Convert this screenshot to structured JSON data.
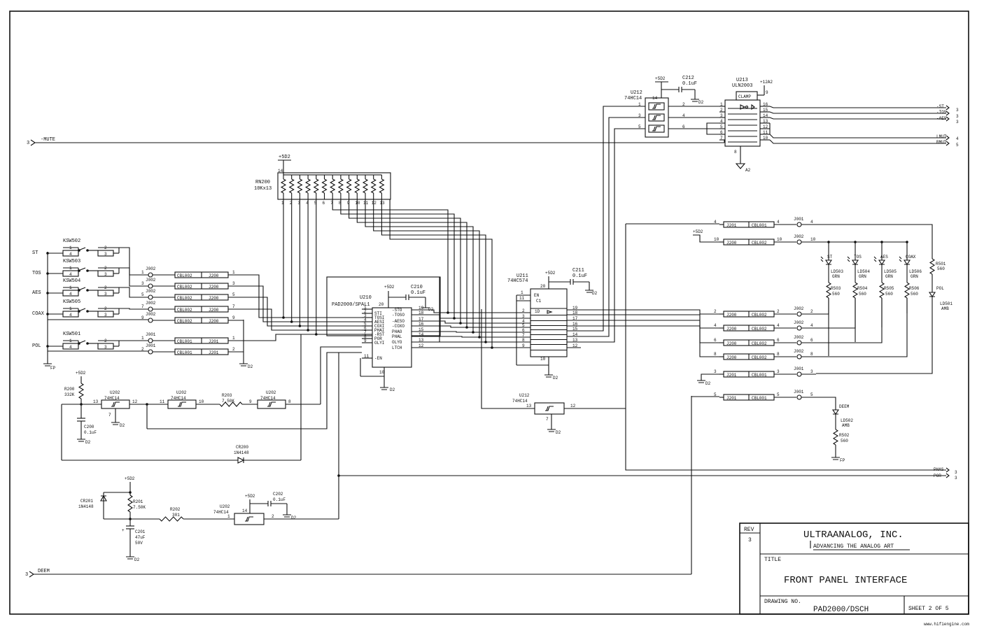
{
  "title_block": {
    "rev_label": "REV",
    "rev": "3",
    "company": "ULTRAANALOG, INC.",
    "slogan": "ADVANCING THE ANALOG ART",
    "title_label": "TITLE",
    "title": "FRONT PANEL INTERFACE",
    "drawing_label": "DRAWING NO.",
    "drawing_no": "PAD2000/DSCH",
    "sheet": "SHEET 2 OF 5"
  },
  "offsheet": {
    "mute": "-MUTE",
    "deem": "DEEM",
    "mute_sheet": "3",
    "deem_sheet": "3",
    "st": "-ST",
    "tos": "-TOS",
    "aes": "-AES",
    "st_sheet": "3",
    "tos_sheet": "3",
    "aes_sheet": "3",
    "lmut": "LMUT",
    "rmut": "RMUT",
    "lmut_sheet": "4",
    "rmut_sheet": "5",
    "phas": "PHAS",
    "por": "POR",
    "phas_sheet": "3",
    "por_sheet": "3"
  },
  "power": {
    "5d2": "+5D2",
    "12a2": "+12A2",
    "d2": "D2",
    "a2": "A2",
    "fp": "FP"
  },
  "switches": [
    {
      "name": "ST",
      "ref": "KSW502"
    },
    {
      "name": "TOS",
      "ref": "KSW503"
    },
    {
      "name": "AES",
      "ref": "KSW504"
    },
    {
      "name": "COAX",
      "ref": "KSW505"
    },
    {
      "name": "POL",
      "ref": "KSW501"
    }
  ],
  "connectors": {
    "j002": "J002",
    "j001": "J001",
    "cbl002": "CBL002",
    "cbl001": "CBL001",
    "j200": "J200",
    "j201": "J201"
  },
  "rn200": {
    "ref": "RN200",
    "value": "10Kx13"
  },
  "u210": {
    "ref": "U210",
    "part": "PAD2000/SPAL1",
    "pins_left": [
      "1",
      "2",
      "3",
      "4",
      "5",
      "6",
      "7",
      "8",
      "9",
      "11"
    ],
    "pins_right": [
      "19",
      "18",
      "17",
      "16",
      "15",
      "14",
      "13",
      "12"
    ],
    "names_right": [
      "-STO",
      "-TOSO",
      "-AESO",
      "-COXO",
      "PHAO",
      "PHAL",
      "OLYO",
      "LTCH"
    ],
    "names_left": [
      "",
      "STI",
      "TOSI",
      "AESI",
      "COXI",
      "PHAI",
      "-RST",
      "POR",
      "OLYI",
      "-EN"
    ],
    "vcc": "20",
    "gnd": "10"
  },
  "c210": {
    "ref": "C210",
    "value": "0.1uF"
  },
  "u211": {
    "ref": "U211",
    "part": "74HC574",
    "en": "EN",
    "c1": "C1",
    "d": "1D"
  },
  "c211": {
    "ref": "C211",
    "value": "0.1uF"
  },
  "u212": {
    "ref": "U212",
    "part": "74HC14"
  },
  "c212": {
    "ref": "C212",
    "value": "0.1uF"
  },
  "u213": {
    "ref": "U213",
    "part": "ULN2003",
    "clamp": "CLAMP"
  },
  "u202": {
    "ref": "U202",
    "part": "74HC14"
  },
  "r200": {
    "ref": "R200",
    "value": "332K"
  },
  "c200": {
    "ref": "C200",
    "value": "0.1uF"
  },
  "r203": {
    "ref": "R203",
    "value": "7.50K"
  },
  "cr200": {
    "ref": "CR200",
    "value": "1N4148"
  },
  "cr201": {
    "ref": "CR201",
    "value": "1N4148"
  },
  "r201": {
    "ref": "R201",
    "value": "7.50K"
  },
  "r202": {
    "ref": "R202",
    "value": "301"
  },
  "c201": {
    "ref": "C201",
    "value": "47uF",
    "voltage": "50V"
  },
  "c202": {
    "ref": "C202",
    "value": "0.1uF"
  },
  "leds": [
    {
      "label": "ST",
      "ref": "LD503",
      "color": "GRN",
      "r": "R503",
      "rv": "560"
    },
    {
      "label": "TOS",
      "ref": "LD504",
      "color": "GRN",
      "r": "R504",
      "rv": "560"
    },
    {
      "label": "AES",
      "ref": "LD505",
      "color": "GRN",
      "r": "R505",
      "rv": "560"
    },
    {
      "label": "COAX",
      "ref": "LD506",
      "color": "GRN",
      "r": "R506",
      "rv": "560"
    }
  ],
  "pol_led": {
    "label": "POL",
    "ref": "LD501",
    "color": "AMB",
    "r": "R501",
    "rv": "560"
  },
  "deem_led": {
    "label": "DEEM",
    "ref": "LD502",
    "color": "AMB",
    "r": "R502",
    "rv": "560"
  },
  "watermark": "www.hifiengine.com"
}
